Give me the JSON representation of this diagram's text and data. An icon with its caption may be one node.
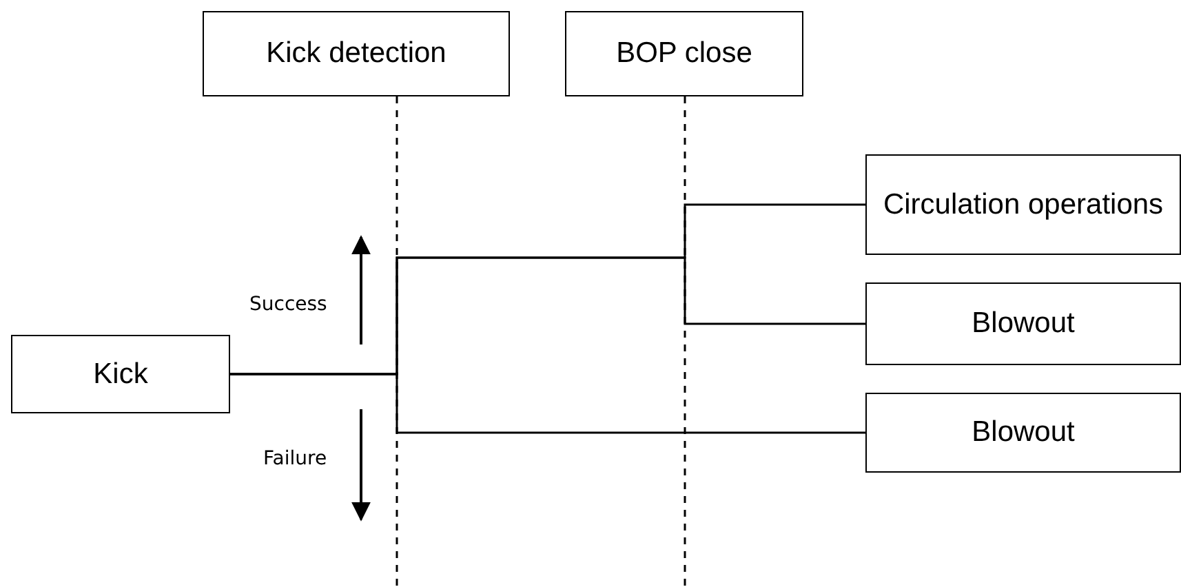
{
  "diagram": {
    "nodes": [
      {
        "text": [
          "Kick detection"
        ]
      },
      {
        "text": [
          "BOP close"
        ]
      },
      {
        "text": [
          "Circulation operations"
        ]
      },
      {
        "text": [
          "Blowout"
        ]
      },
      {
        "text": [
          "Kick"
        ]
      },
      {
        "text": [
          "Blowout"
        ]
      }
    ],
    "edges": [
      {
        "from": 4,
        "to": 2,
        "arrow": "none"
      },
      {
        "from": 4,
        "to": 3,
        "arrow": "none"
      },
      {
        "from": 4,
        "to": 5,
        "arrow": "none"
      }
    ],
    "labels": [
      "Success",
      "Failure"
    ]
  }
}
